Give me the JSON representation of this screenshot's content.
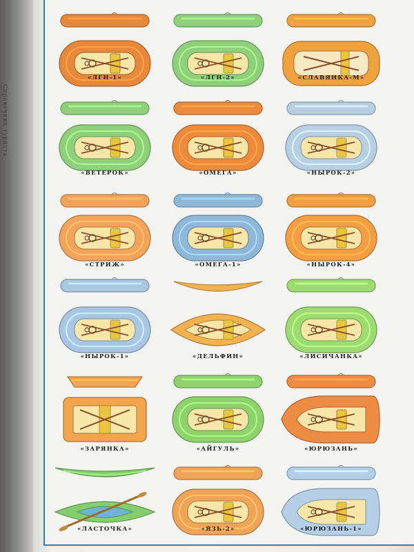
{
  "spine": "Справочник туриста",
  "boats": [
    {
      "name": "«ЛГН-1»",
      "color": "#e8883a",
      "hull": "oval"
    },
    {
      "name": "«ЛГН-2»",
      "color": "#8fd07a",
      "hull": "oval"
    },
    {
      "name": "«СЛАВЯНКА-М»",
      "color": "#f0a23e",
      "hull": "long"
    },
    {
      "name": "«ВЕТЕРОК»",
      "color": "#8fd07a",
      "hull": "oval"
    },
    {
      "name": "«ОМЕГА»",
      "color": "#ee8a3c",
      "hull": "oval"
    },
    {
      "name": "«НЫРОК-2»",
      "color": "#b7cfe3",
      "hull": "oval"
    },
    {
      "name": "«СТРИЖ»",
      "color": "#f3a45a",
      "hull": "oval"
    },
    {
      "name": "«ОМЕГА-1»",
      "color": "#8fb7d8",
      "hull": "oval"
    },
    {
      "name": "«НЫРОК-4»",
      "color": "#f39e42",
      "hull": "oval"
    },
    {
      "name": "«НЫРОК-1»",
      "color": "#a9c7e3",
      "hull": "oval"
    },
    {
      "name": "«ДЕЛЬФИН»",
      "color": "#f2b24f",
      "hull": "pointed"
    },
    {
      "name": "«ЛИСИЧАНКА»",
      "color": "#9edb72",
      "hull": "oval"
    },
    {
      "name": "«ЗАРЯНКА»",
      "color": "#f2a54c",
      "hull": "rect"
    },
    {
      "name": "«АЙГУЛЬ»",
      "color": "#8fd26d",
      "hull": "oval"
    },
    {
      "name": "«ЮРЮЗАНЬ»",
      "color": "#ef8c44",
      "hull": "bow"
    },
    {
      "name": "«ЛАСТОЧКА»",
      "color": "#84cf6d",
      "hull": "kayak"
    },
    {
      "name": "«ЯЗЬ-2»",
      "color": "#f0a458",
      "hull": "oval"
    },
    {
      "name": "«ЮРЮЗАНЬ-1»",
      "color": "#b5d0e6",
      "hull": "bow"
    }
  ]
}
